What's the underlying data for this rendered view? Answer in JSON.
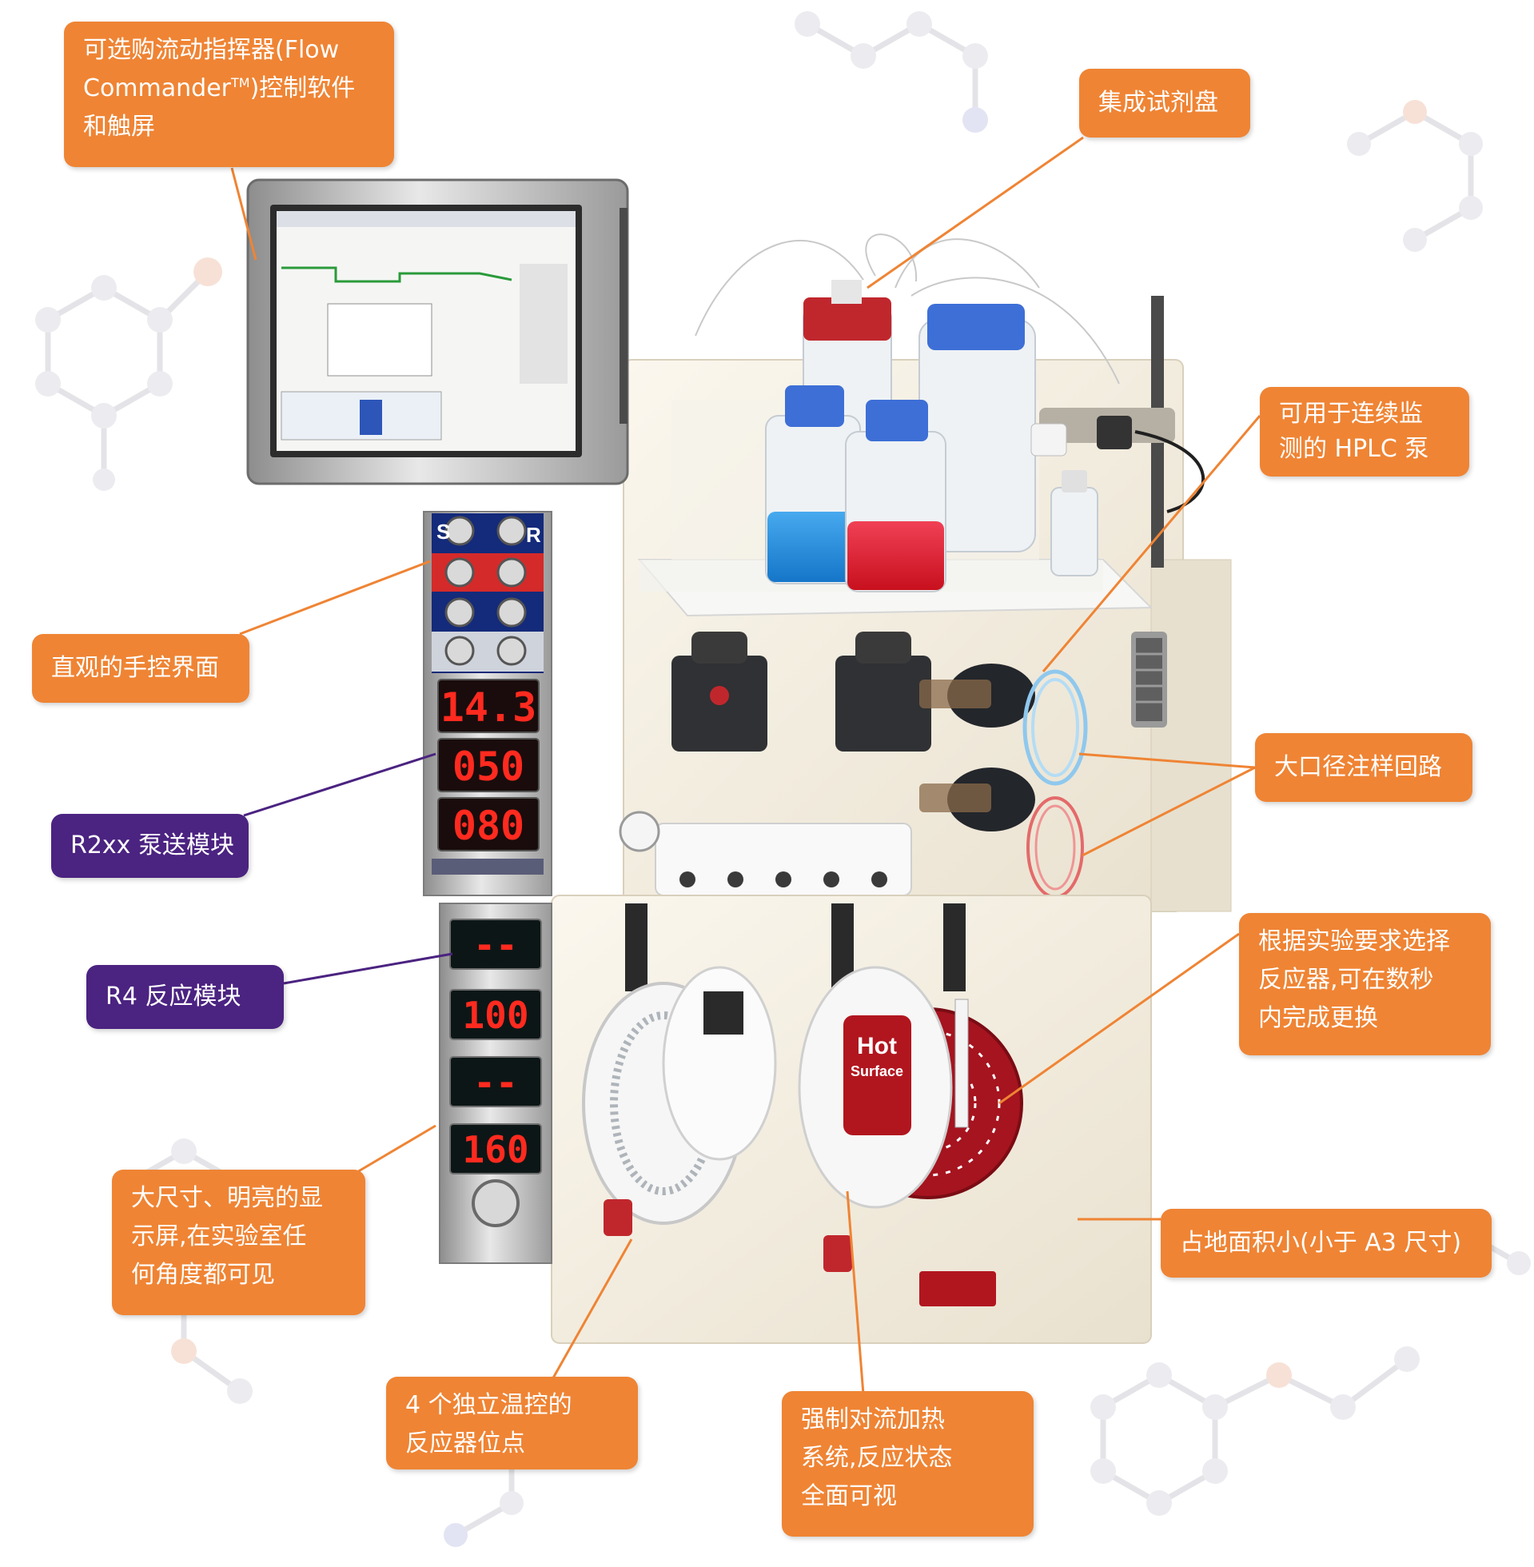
{
  "colors": {
    "orange": "#ef8434",
    "purple": "#4b2381",
    "frame": "#f4efe4",
    "bottle_cap_blue": "#3d6fd6",
    "bottle_cap_red": "#c0272d",
    "reagent_blue": "#1b8fe0",
    "reagent_red": "#e21c2c",
    "led_red": "#ff2a1f"
  },
  "callouts": {
    "flow_commander": {
      "line1": "可选购流动指挥器(Flow",
      "line2a": "Commander",
      "line2sup": "TM",
      "line2b": ")控制软件",
      "line3": "和触屏"
    },
    "reagent_tray": {
      "text": "集成试剂盘"
    },
    "hplc_pump": {
      "line1": "可用于连续监",
      "line2": "测的 HPLC 泵"
    },
    "manual_interface": {
      "text": "直观的手控界面"
    },
    "r2xx_module": {
      "text": "R2xx 泵送模块"
    },
    "injection_loop": {
      "text": "大口径注样回路"
    },
    "r4_module": {
      "text": "R4 反应模块"
    },
    "reactor_select": {
      "line1": "根据实验要求选择",
      "line2": "反应器,可在数秒",
      "line3": "内完成更换"
    },
    "bright_display": {
      "line1": "大尺寸、明亮的显",
      "line2": "示屏,在实验室任",
      "line3": "何角度都可见"
    },
    "footprint": {
      "text": "占地面积小(小于 A3 尺寸)"
    },
    "temp_sites": {
      "line1": "4 个独立温控的",
      "line2": "反应器位点"
    },
    "convection": {
      "line1": "强制对流加热",
      "line2": "系统,反应状态",
      "line3": "全面可视"
    }
  },
  "device": {
    "pump_displays": [
      "14.3",
      "050",
      "080"
    ],
    "reactor_displays": [
      "--",
      "100",
      "--",
      "160"
    ],
    "button_letters": {
      "left": "S",
      "right": "R"
    },
    "reactor_label": {
      "line1": "Hot",
      "line2": "Surface"
    }
  }
}
